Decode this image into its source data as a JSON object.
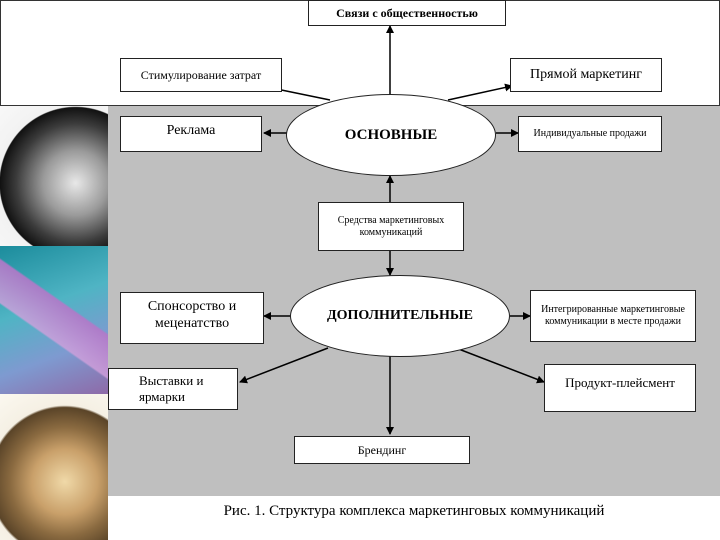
{
  "diagram": {
    "top_node": "Связи с общественностью",
    "hub_main": "ОСНОВНЫЕ",
    "hub_extra": "ДОПОЛНИТЕЛЬНЫЕ",
    "center_node": "Средства маркетинговых коммуникаций",
    "main_nodes": {
      "sales_promotion": "Стимулирование затрат",
      "direct_marketing": "Прямой маркетинг",
      "advertising": "Реклама",
      "personal_selling": "Индивидуальные продажи"
    },
    "extra_nodes": {
      "sponsorship": "Спонсорство и меценатство",
      "integrated_pos": "Интегрированные маркетинговые коммуникации в месте продажи",
      "exhibitions": "Выставки и ярмарки",
      "product_placement": "Продукт-плейсмент",
      "branding": "Брендинг"
    }
  },
  "caption": "Рис. 1. Структура комплекса маркетинговых коммуникаций"
}
